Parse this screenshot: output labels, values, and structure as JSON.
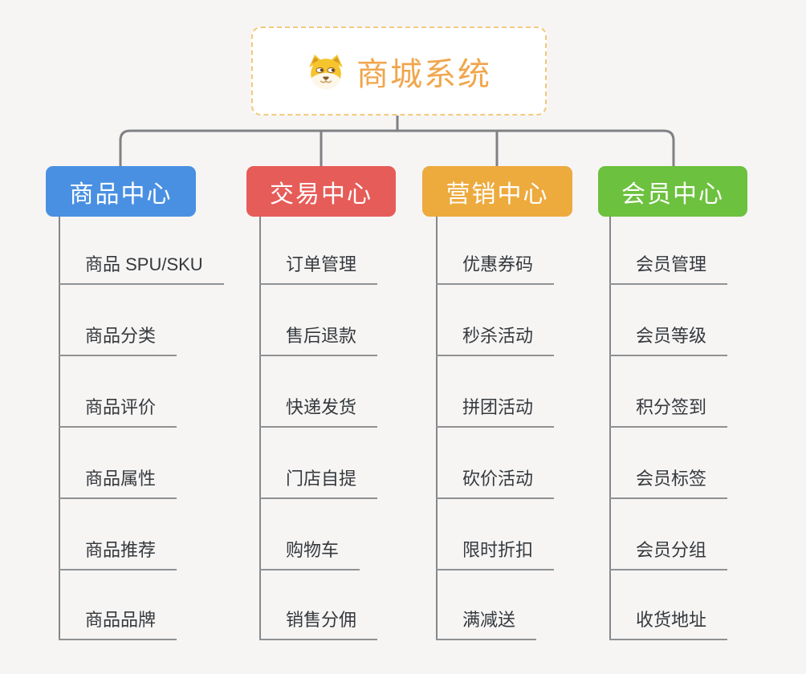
{
  "canvas": {
    "background_color": "#f6f5f4",
    "connector_color": "#7f8184",
    "underline_color": "#8f9193",
    "child_text_color": "#35393d"
  },
  "root": {
    "title": "商城系统",
    "icon": "dog-icon",
    "text_color": "#f0a64c",
    "border_color": "#f2c87f"
  },
  "branches": [
    {
      "label": "商品中心",
      "color": "#4a90e2",
      "children": [
        "商品 SPU/SKU",
        "商品分类",
        "商品评价",
        "商品属性",
        "商品推荐",
        "商品品牌"
      ]
    },
    {
      "label": "交易中心",
      "color": "#e65c58",
      "children": [
        "订单管理",
        "售后退款",
        "快递发货",
        "门店自提",
        "购物车",
        "销售分佣"
      ]
    },
    {
      "label": "营销中心",
      "color": "#edaa3d",
      "children": [
        "优惠券码",
        "秒杀活动",
        "拼团活动",
        "砍价活动",
        "限时折扣",
        "满减送"
      ]
    },
    {
      "label": "会员中心",
      "color": "#6cc13e",
      "children": [
        "会员管理",
        "会员等级",
        "积分签到",
        "会员标签",
        "会员分组",
        "收货地址"
      ]
    }
  ]
}
